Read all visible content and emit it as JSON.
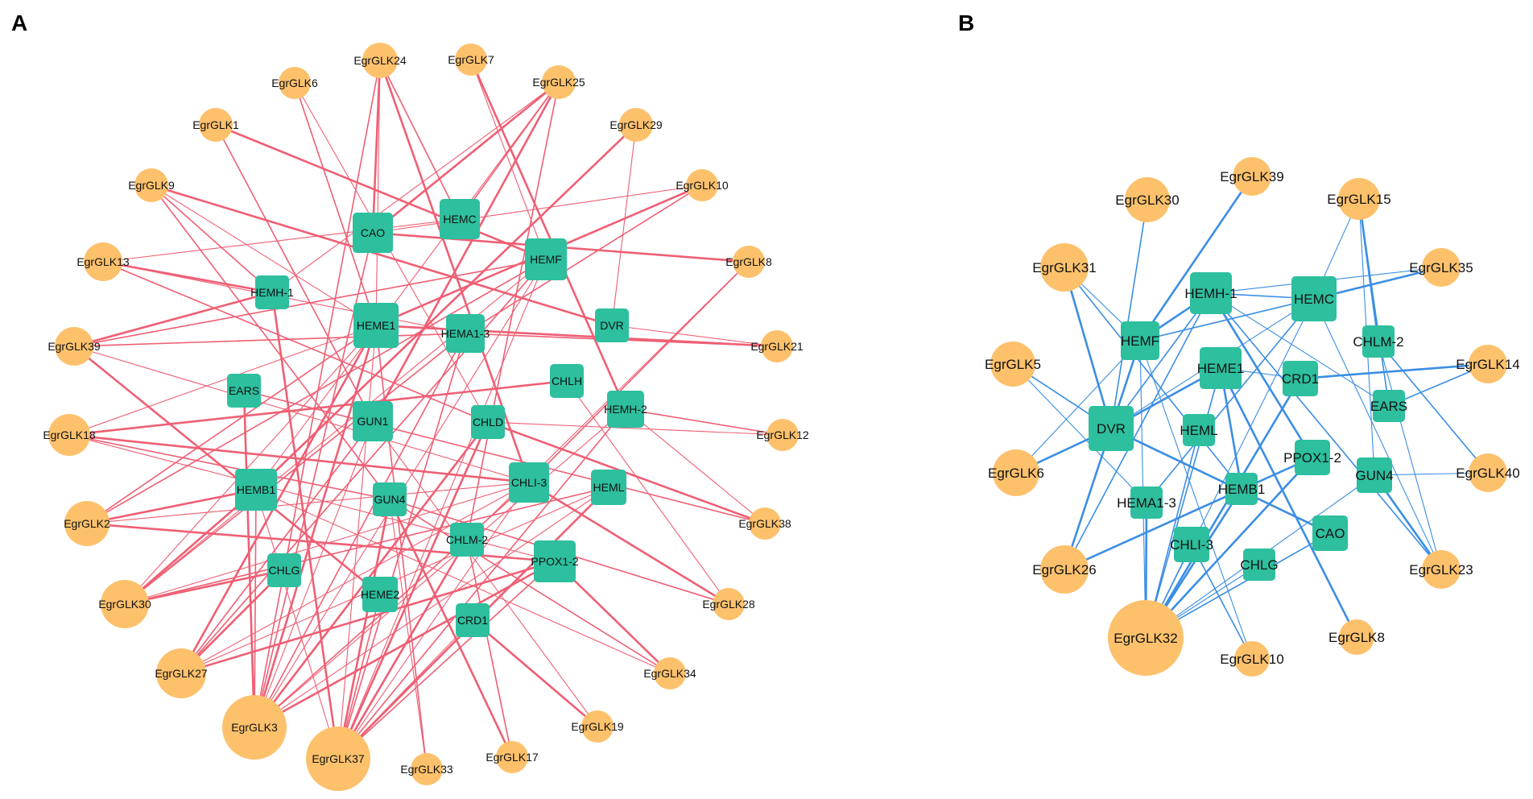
{
  "colors": {
    "gene_node": "#FDC16C",
    "target_node": "#2DBF9E",
    "edges_a": "#EF5F74",
    "edges_b": "#3B8EE3",
    "label": "#111111"
  },
  "panels": [
    {
      "letter": "A",
      "glk_nodes": [
        "EgrGLK24",
        "EgrGLK7",
        "EgrGLK6",
        "EgrGLK25",
        "EgrGLK1",
        "EgrGLK29",
        "EgrGLK9",
        "EgrGLK10",
        "EgrGLK13",
        "EgrGLK8",
        "EgrGLK39",
        "EgrGLK21",
        "EgrGLK18",
        "EgrGLK12",
        "EgrGLK2",
        "EgrGLK38",
        "EgrGLK30",
        "EgrGLK28",
        "EgrGLK27",
        "EgrGLK34",
        "EgrGLK3",
        "EgrGLK37",
        "EgrGLK33",
        "EgrGLK17",
        "EgrGLK19"
      ],
      "target_nodes": [
        "CAO",
        "HEMC",
        "HEMF",
        "HEMH-1",
        "HEME1",
        "HEMA1-3",
        "DVR",
        "CHLH",
        "EARS",
        "HEMH-2",
        "GUN1",
        "CHLD",
        "HEMB1",
        "CHLI-3",
        "HEML",
        "GUN4",
        "CHLM-2",
        "CHLG",
        "PPOX1-2",
        "HEME2",
        "CRD1"
      ],
      "edges": [
        [
          "EgrGLK24",
          "CAO"
        ],
        [
          "EgrGLK24",
          "HEMC"
        ],
        [
          "EgrGLK24",
          "HEME1"
        ],
        [
          "EgrGLK24",
          "CHLI-3"
        ],
        [
          "EgrGLK24",
          "CHLG"
        ],
        [
          "EgrGLK7",
          "HEMF"
        ],
        [
          "EgrGLK7",
          "HEMH-2"
        ],
        [
          "EgrGLK6",
          "HEME1"
        ],
        [
          "EgrGLK6",
          "CHLD"
        ],
        [
          "EgrGLK25",
          "CAO"
        ],
        [
          "EgrGLK25",
          "HEMC"
        ],
        [
          "EgrGLK25",
          "HEMH-1"
        ],
        [
          "EgrGLK25",
          "GUN1"
        ],
        [
          "EgrGLK25",
          "CHLM-2"
        ],
        [
          "EgrGLK25",
          "HEMB1"
        ],
        [
          "EgrGLK1",
          "HEMF"
        ],
        [
          "EgrGLK1",
          "GUN1"
        ],
        [
          "EgrGLK29",
          "DVR"
        ],
        [
          "EgrGLK29",
          "HEMB1"
        ],
        [
          "EgrGLK9",
          "HEMH-1"
        ],
        [
          "EgrGLK9",
          "HEME1"
        ],
        [
          "EgrGLK9",
          "DVR"
        ],
        [
          "EgrGLK9",
          "GUN4"
        ],
        [
          "EgrGLK10",
          "CAO"
        ],
        [
          "EgrGLK10",
          "HEME1"
        ],
        [
          "EgrGLK10",
          "HEMA1-3"
        ],
        [
          "EgrGLK13",
          "HEMC"
        ],
        [
          "EgrGLK13",
          "HEMH-1"
        ],
        [
          "EgrGLK13",
          "CHLD"
        ],
        [
          "EgrGLK13",
          "HEMA1-3"
        ],
        [
          "EgrGLK8",
          "CAO"
        ],
        [
          "EgrGLK8",
          "CHLI-3"
        ],
        [
          "EgrGLK8",
          "CHLM-2"
        ],
        [
          "EgrGLK39",
          "HEMH-1"
        ],
        [
          "EgrGLK39",
          "HEMF"
        ],
        [
          "EgrGLK39",
          "CHLI-3"
        ],
        [
          "EgrGLK39",
          "HEME2"
        ],
        [
          "EgrGLK39",
          "HEMA1-3"
        ],
        [
          "EgrGLK21",
          "DVR"
        ],
        [
          "EgrGLK21",
          "HEME1"
        ],
        [
          "EgrGLK21",
          "HEMA1-3"
        ],
        [
          "EgrGLK18",
          "HEME1"
        ],
        [
          "EgrGLK18",
          "CHLI-3"
        ],
        [
          "EgrGLK18",
          "GUN4"
        ],
        [
          "EgrGLK18",
          "PPOX1-2"
        ],
        [
          "EgrGLK18",
          "CHLH"
        ],
        [
          "EgrGLK12",
          "HEMH-2"
        ],
        [
          "EgrGLK12",
          "CHLD"
        ],
        [
          "EgrGLK2",
          "HEMB1"
        ],
        [
          "EgrGLK2",
          "HEMF"
        ],
        [
          "EgrGLK2",
          "CHLI-3"
        ],
        [
          "EgrGLK2",
          "PPOX1-2"
        ],
        [
          "EgrGLK2",
          "HEME1"
        ],
        [
          "EgrGLK38",
          "HEMH-2"
        ],
        [
          "EgrGLK38",
          "CHLD"
        ],
        [
          "EgrGLK38",
          "EARS"
        ],
        [
          "EgrGLK30",
          "HEME1"
        ],
        [
          "EgrGLK30",
          "HEMB1"
        ],
        [
          "EgrGLK30",
          "HEMA1-3"
        ],
        [
          "EgrGLK30",
          "HEMF"
        ],
        [
          "EgrGLK30",
          "CHLG"
        ],
        [
          "EgrGLK30",
          "HEML"
        ],
        [
          "EgrGLK30",
          "CHLI-3"
        ],
        [
          "EgrGLK28",
          "CHLI-3"
        ],
        [
          "EgrGLK28",
          "GUN4"
        ],
        [
          "EgrGLK28",
          "CHLH"
        ],
        [
          "EgrGLK27",
          "HEME1"
        ],
        [
          "EgrGLK27",
          "GUN1"
        ],
        [
          "EgrGLK27",
          "CHLI-3"
        ],
        [
          "EgrGLK27",
          "CHLG"
        ],
        [
          "EgrGLK27",
          "HEMF"
        ],
        [
          "EgrGLK27",
          "HEML"
        ],
        [
          "EgrGLK27",
          "PPOX1-2"
        ],
        [
          "EgrGLK34",
          "GUN4"
        ],
        [
          "EgrGLK34",
          "HEMB1"
        ],
        [
          "EgrGLK34",
          "PPOX1-2"
        ],
        [
          "EgrGLK3",
          "HEMB1"
        ],
        [
          "EgrGLK3",
          "GUN1"
        ],
        [
          "EgrGLK3",
          "CHLD"
        ],
        [
          "EgrGLK3",
          "HEMA1-3"
        ],
        [
          "EgrGLK3",
          "HEMF"
        ],
        [
          "EgrGLK3",
          "HEME1"
        ],
        [
          "EgrGLK3",
          "CHLG"
        ],
        [
          "EgrGLK3",
          "HEMH-2"
        ],
        [
          "EgrGLK3",
          "PPOX1-2"
        ],
        [
          "EgrGLK3",
          "CHLI-3"
        ],
        [
          "EgrGLK3",
          "HEML"
        ],
        [
          "EgrGLK3",
          "EARS"
        ],
        [
          "EgrGLK3",
          "CAO"
        ],
        [
          "EgrGLK37",
          "HEMB1"
        ],
        [
          "EgrGLK37",
          "GUN4"
        ],
        [
          "EgrGLK37",
          "HEMA1-3"
        ],
        [
          "EgrGLK37",
          "HEMF"
        ],
        [
          "EgrGLK37",
          "CHLM-2"
        ],
        [
          "EgrGLK37",
          "PPOX1-2"
        ],
        [
          "EgrGLK37",
          "CHLI-3"
        ],
        [
          "EgrGLK37",
          "HEML"
        ],
        [
          "EgrGLK37",
          "HEME2"
        ],
        [
          "EgrGLK37",
          "CRD1"
        ],
        [
          "EgrGLK37",
          "CHLD"
        ],
        [
          "EgrGLK37",
          "HEMH-2"
        ],
        [
          "EgrGLK37",
          "HEME1"
        ],
        [
          "EgrGLK37",
          "HEMH-1"
        ],
        [
          "EgrGLK33",
          "HEME1"
        ],
        [
          "EgrGLK33",
          "GUN4"
        ],
        [
          "EgrGLK17",
          "GUN4"
        ],
        [
          "EgrGLK17",
          "CHLM-2"
        ],
        [
          "EgrGLK19",
          "GUN1"
        ],
        [
          "EgrGLK19",
          "CRD1"
        ]
      ]
    },
    {
      "letter": "B",
      "glk_nodes": [
        "EgrGLK39",
        "EgrGLK30",
        "EgrGLK15",
        "EgrGLK31",
        "EgrGLK35",
        "EgrGLK5",
        "EgrGLK14",
        "EgrGLK6",
        "EgrGLK40",
        "EgrGLK26",
        "EgrGLK23",
        "EgrGLK32",
        "EgrGLK8",
        "EgrGLK10"
      ],
      "target_nodes": [
        "HEMH-1",
        "HEMC",
        "HEMF",
        "CHLM-2",
        "HEME1",
        "CRD1",
        "EARS",
        "DVR",
        "HEML",
        "PPOX1-2",
        "GUN4",
        "HEMB1",
        "HEMA1-3",
        "CAO",
        "CHLI-3",
        "CHLG"
      ],
      "edges": [
        [
          "EgrGLK39",
          "HEMF"
        ],
        [
          "EgrGLK30",
          "DVR"
        ],
        [
          "EgrGLK15",
          "HEMC"
        ],
        [
          "EgrGLK15",
          "CHLM-2"
        ],
        [
          "EgrGLK15",
          "EARS"
        ],
        [
          "EgrGLK15",
          "GUN4"
        ],
        [
          "EgrGLK31",
          "DVR"
        ],
        [
          "EgrGLK31",
          "HEMB1"
        ],
        [
          "EgrGLK35",
          "HEMH-1"
        ],
        [
          "EgrGLK35",
          "HEMC"
        ],
        [
          "EgrGLK5",
          "DVR"
        ],
        [
          "EgrGLK5",
          "HEMA1-3"
        ],
        [
          "EgrGLK14",
          "CRD1"
        ],
        [
          "EgrGLK14",
          "EARS"
        ],
        [
          "EgrGLK6",
          "HEMF"
        ],
        [
          "EgrGLK6",
          "DVR"
        ],
        [
          "EgrGLK40",
          "CHLM-2"
        ],
        [
          "EgrGLK40",
          "GUN4"
        ],
        [
          "EgrGLK26",
          "HEMF"
        ],
        [
          "EgrGLK26",
          "DVR"
        ],
        [
          "EgrGLK26",
          "HEMB1"
        ],
        [
          "EgrGLK26",
          "PPOX1-2"
        ],
        [
          "EgrGLK26",
          "HEMH-1"
        ],
        [
          "EgrGLK23",
          "HEMC"
        ],
        [
          "EgrGLK23",
          "GUN4"
        ],
        [
          "EgrGLK23",
          "HEMH-1"
        ],
        [
          "EgrGLK23",
          "CHLM-2"
        ],
        [
          "EgrGLK32",
          "HEMA1-3"
        ],
        [
          "EgrGLK32",
          "CHLI-3"
        ],
        [
          "EgrGLK32",
          "CHLG"
        ],
        [
          "EgrGLK32",
          "HEMB1"
        ],
        [
          "EgrGLK32",
          "CAO"
        ],
        [
          "EgrGLK32",
          "GUN4"
        ],
        [
          "EgrGLK32",
          "CRD1"
        ],
        [
          "EgrGLK32",
          "HEME1"
        ],
        [
          "EgrGLK32",
          "HEMF"
        ],
        [
          "EgrGLK32",
          "PPOX1-2"
        ],
        [
          "EgrGLK32",
          "HEML"
        ],
        [
          "EgrGLK32",
          "HEMC"
        ],
        [
          "EgrGLK8",
          "HEME1"
        ],
        [
          "EgrGLK10",
          "CHLI-3"
        ],
        [
          "EgrGLK10",
          "HEMF"
        ],
        [
          "HEMF",
          "HEMH-1"
        ],
        [
          "HEMF",
          "HEMC"
        ],
        [
          "HEMF",
          "EgrGLK31"
        ],
        [
          "DVR",
          "HEME1"
        ],
        [
          "DVR",
          "HEMH-1"
        ],
        [
          "DVR",
          "HEMC"
        ],
        [
          "DVR",
          "CAO"
        ],
        [
          "HEMH-1",
          "HEMC"
        ],
        [
          "HEMH-1",
          "EARS"
        ],
        [
          "HEMH-1",
          "PPOX1-2"
        ],
        [
          "HEMC",
          "HEMA1-3"
        ],
        [
          "HEME1",
          "CRD1"
        ],
        [
          "HEME1",
          "HEMB1"
        ]
      ]
    }
  ]
}
